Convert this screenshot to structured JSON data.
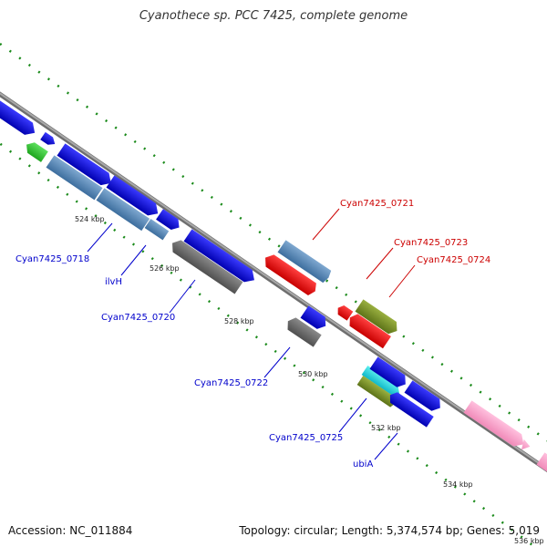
{
  "title": "Cyanothece sp. PCC 7425, complete genome",
  "footer": {
    "accession": "Accession: NC_011884",
    "summary": "Topology: circular; Length: 5,374,574 bp; Genes: 5,019"
  },
  "colors": {
    "backbone": "#8c8c8c",
    "tick": "#1a8a1a",
    "label_blue": "#0000cc",
    "label_red": "#cc0000"
  },
  "ticks": [
    {
      "label": "524 kbp"
    },
    {
      "label": "526 kbp"
    },
    {
      "label": "528 kbp"
    },
    {
      "label": "530 kbp"
    },
    {
      "label": "532 kbp"
    },
    {
      "label": "534 kbp"
    },
    {
      "label": "536 kbp"
    }
  ],
  "gene_labels": [
    {
      "name": "label-cyan7425-0718",
      "text": "Cyan7425_0718",
      "color": "#0000cc"
    },
    {
      "name": "label-ilvh",
      "text": "ilvH",
      "color": "#0000cc"
    },
    {
      "name": "label-cyan7425-0720",
      "text": "Cyan7425_0720",
      "color": "#0000cc"
    },
    {
      "name": "label-cyan7425-0721",
      "text": "Cyan7425_0721",
      "color": "#cc0000"
    },
    {
      "name": "label-cyan7425-0722",
      "text": "Cyan7425_0722",
      "color": "#0000cc"
    },
    {
      "name": "label-cyan7425-0723",
      "text": "Cyan7425_0723",
      "color": "#cc0000"
    },
    {
      "name": "label-cyan7425-0724",
      "text": "Cyan7425_0724",
      "color": "#cc0000"
    },
    {
      "name": "label-cyan7425-0725",
      "text": "Cyan7425_0725",
      "color": "#0000cc"
    },
    {
      "name": "label-ubia",
      "text": "ubiA",
      "color": "#0000cc"
    }
  ]
}
